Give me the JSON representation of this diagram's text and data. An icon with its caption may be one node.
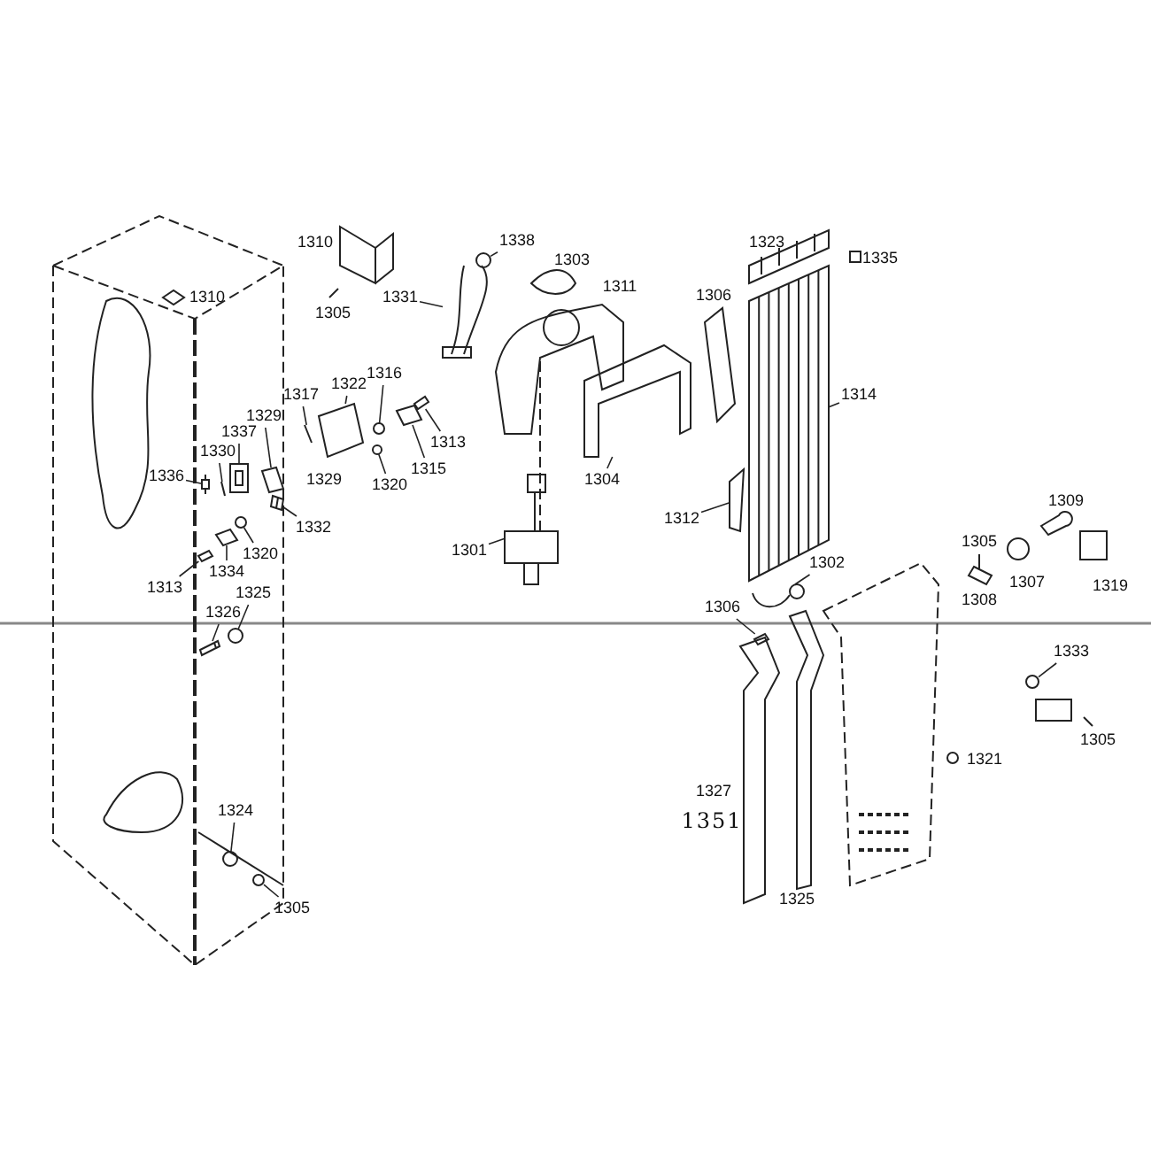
{
  "diagram": {
    "nodes": [
      {
        "text": [
          "1338"
        ]
      },
      {
        "text": [
          "1331"
        ]
      },
      {
        "text": [
          "1317"
        ]
      },
      {
        "text": [
          "1322"
        ]
      },
      {
        "text": [
          "1316"
        ]
      },
      {
        "text": [
          "1313"
        ]
      },
      {
        "text": [
          "1315"
        ]
      },
      {
        "text": [
          "1320"
        ]
      },
      {
        "text": [
          "1329"
        ]
      },
      {
        "text": [
          "1337"
        ]
      },
      {
        "text": [
          "1330"
        ]
      },
      {
        "text": [
          "1336"
        ]
      },
      {
        "text": [
          "1332"
        ]
      },
      {
        "text": [
          "1320"
        ]
      },
      {
        "text": [
          "1334"
        ]
      },
      {
        "text": [
          "1313"
        ]
      },
      {
        "text": [
          "1304"
        ]
      },
      {
        "text": [
          "1301"
        ]
      },
      {
        "text": [
          "1312"
        ]
      },
      {
        "text": [
          "1314"
        ]
      },
      {
        "text": [
          "1302"
        ]
      },
      {
        "text": [
          "1325"
        ]
      },
      {
        "text": [
          "1326"
        ]
      },
      {
        "text": [
          "1306"
        ]
      },
      {
        "text": [
          "1333"
        ]
      },
      {
        "text": [
          "1324"
        ]
      },
      {
        "text": [
          "1305"
        ]
      },
      {
        "text": [],
        "shape": "circle"
      },
      {
        "text": [],
        "shape": "picture"
      },
      {
        "text": [],
        "shape": "picture"
      },
      {
        "text": [],
        "shape": "picture"
      },
      {
        "text": [],
        "shape": "circle"
      },
      {
        "text": [],
        "shape": "picture"
      },
      {
        "text": [],
        "shape": "picture"
      },
      {
        "text": [],
        "shape": "circle"
      },
      {
        "text": [],
        "shape": "picture"
      },
      {
        "text": [],
        "shape": "picture"
      },
      {
        "text": [],
        "shape": "picture"
      },
      {
        "text": [],
        "shape": "picture"
      },
      {
        "text": [],
        "shape": "picture"
      },
      {
        "text": [],
        "shape": "circle"
      },
      {
        "text": [],
        "shape": "picture"
      },
      {
        "text": [],
        "shape": "picture"
      },
      {
        "text": [],
        "shape": "picture"
      },
      {
        "text": [],
        "shape": "picture"
      },
      {
        "text": [],
        "shape": "picture"
      },
      {
        "text": [],
        "shape": "picture"
      },
      {
        "text": [],
        "shape": "picture"
      },
      {
        "text": [],
        "shape": "circle"
      },
      {
        "text": [],
        "shape": "picture"
      },
      {
        "text": [],
        "shape": "picture"
      },
      {
        "text": [],
        "shape": "circle"
      },
      {
        "text": [],
        "shape": "circle"
      },
      {
        "text": [],
        "shape": "circle"
      }
    ],
    "edges": [
      {
        "from": 0,
        "to": 27,
        "arrow": "none"
      },
      {
        "from": 1,
        "to": 28,
        "arrow": "none"
      },
      {
        "from": 2,
        "to": 29,
        "arrow": "none"
      },
      {
        "from": 3,
        "to": 30,
        "arrow": "none"
      },
      {
        "from": 4,
        "to": 31,
        "arrow": "none"
      },
      {
        "from": 5,
        "to": 32,
        "arrow": "none"
      },
      {
        "from": 6,
        "to": 33,
        "arrow": "none"
      },
      {
        "from": 7,
        "to": 34,
        "arrow": "none"
      },
      {
        "from": 8,
        "to": 35,
        "arrow": "none"
      },
      {
        "from": 9,
        "to": 36,
        "arrow": "none"
      },
      {
        "from": 10,
        "to": 37,
        "arrow": "none"
      },
      {
        "from": 11,
        "to": 38,
        "arrow": "none"
      },
      {
        "from": 12,
        "to": 39,
        "arrow": "none"
      },
      {
        "from": 13,
        "to": 40,
        "arrow": "none"
      },
      {
        "from": 14,
        "to": 41,
        "arrow": "none"
      },
      {
        "from": 15,
        "to": 42,
        "arrow": "none"
      },
      {
        "from": 16,
        "to": 43,
        "arrow": "none"
      },
      {
        "from": 17,
        "to": 44,
        "arrow": "none"
      },
      {
        "from": 18,
        "to": 45,
        "arrow": "none"
      },
      {
        "from": 19,
        "to": 46,
        "arrow": "none"
      },
      {
        "from": 20,
        "to": 47,
        "arrow": "none"
      },
      {
        "from": 21,
        "to": 48,
        "arrow": "none"
      },
      {
        "from": 22,
        "to": 49,
        "arrow": "none"
      },
      {
        "from": 23,
        "to": 50,
        "arrow": "none"
      },
      {
        "from": 24,
        "to": 51,
        "arrow": "none"
      },
      {
        "from": 25,
        "to": 52,
        "arrow": "none"
      },
      {
        "from": 26,
        "to": 53,
        "arrow": "none"
      }
    ],
    "labels": [
      "1310",
      "1323",
      "1335",
      "1303",
      "1311",
      "1306",
      "1310",
      "1305",
      "1329",
      "1309",
      "1305",
      "1307",
      "1319",
      "1308",
      "1305",
      "1321",
      "1327",
      "1351",
      "1325"
    ]
  }
}
